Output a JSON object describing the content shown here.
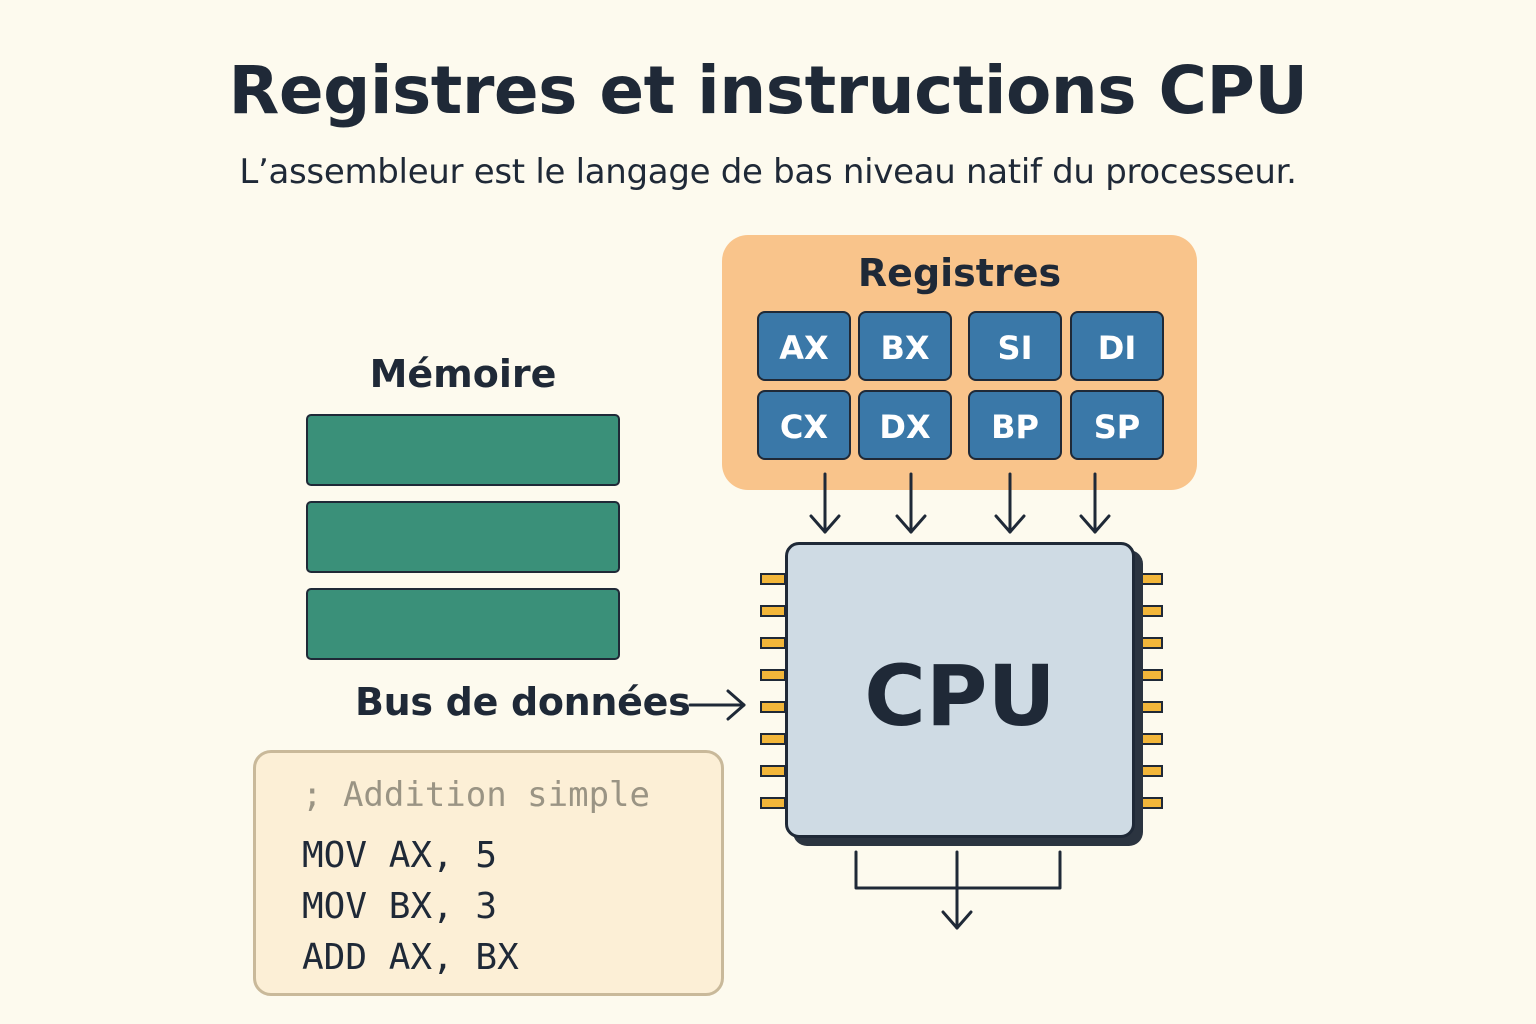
{
  "title": "Registres et instructions CPU",
  "subtitle": "L’assembleur est le langage de bas niveau natif du processeur.",
  "registers": {
    "title": "Registres",
    "items": [
      "AX",
      "BX",
      "SI",
      "DI",
      "CX",
      "DX",
      "BP",
      "SP"
    ]
  },
  "memory": {
    "label": "Mémoire"
  },
  "bus": {
    "label": "Bus de données"
  },
  "cpu": {
    "label": "CPU"
  },
  "code": {
    "comment": "; Addition simple",
    "lines": [
      "MOV AX, 5",
      "MOV BX, 3",
      "ADD AX, BX"
    ]
  },
  "colors": {
    "background": "#fdfaee",
    "register_panel": "#f9c48b",
    "register": "#3a78a8",
    "memory": "#3a9079",
    "cpu": "#cfdbe4",
    "pins": "#f2b63a",
    "code_box": "#fcefd6",
    "text": "#1f2937"
  }
}
